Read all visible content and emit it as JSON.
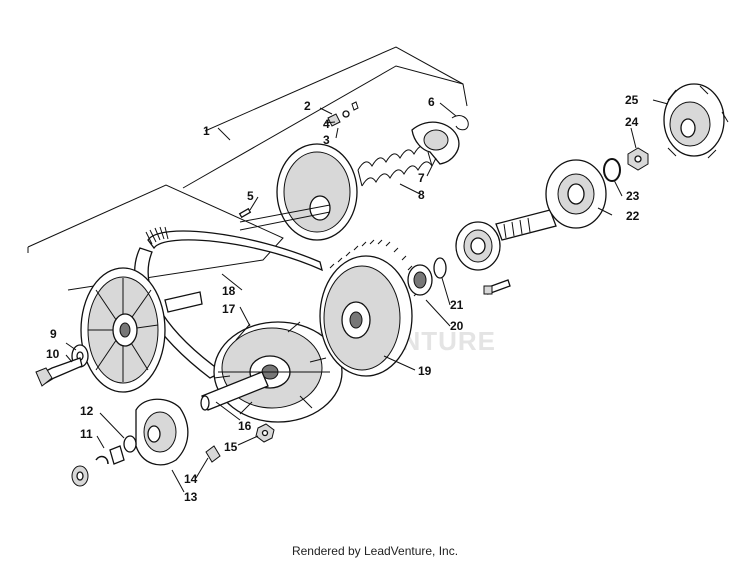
{
  "watermark": "LEADVENTURE",
  "footer": "Rendered by LeadVenture, Inc.",
  "callouts": {
    "c1": "1",
    "c2": "2",
    "c3": "3",
    "c4": "4",
    "c5": "5",
    "c6": "6",
    "c7": "7",
    "c8": "8",
    "c9": "9",
    "c10": "10",
    "c11": "11",
    "c12": "12",
    "c13": "13",
    "c14": "14",
    "c15": "15",
    "c16": "16",
    "c17": "17",
    "c18": "18",
    "c19": "19",
    "c20": "20",
    "c21": "21",
    "c22": "22",
    "c23": "23",
    "c24": "24",
    "c25": "25"
  }
}
